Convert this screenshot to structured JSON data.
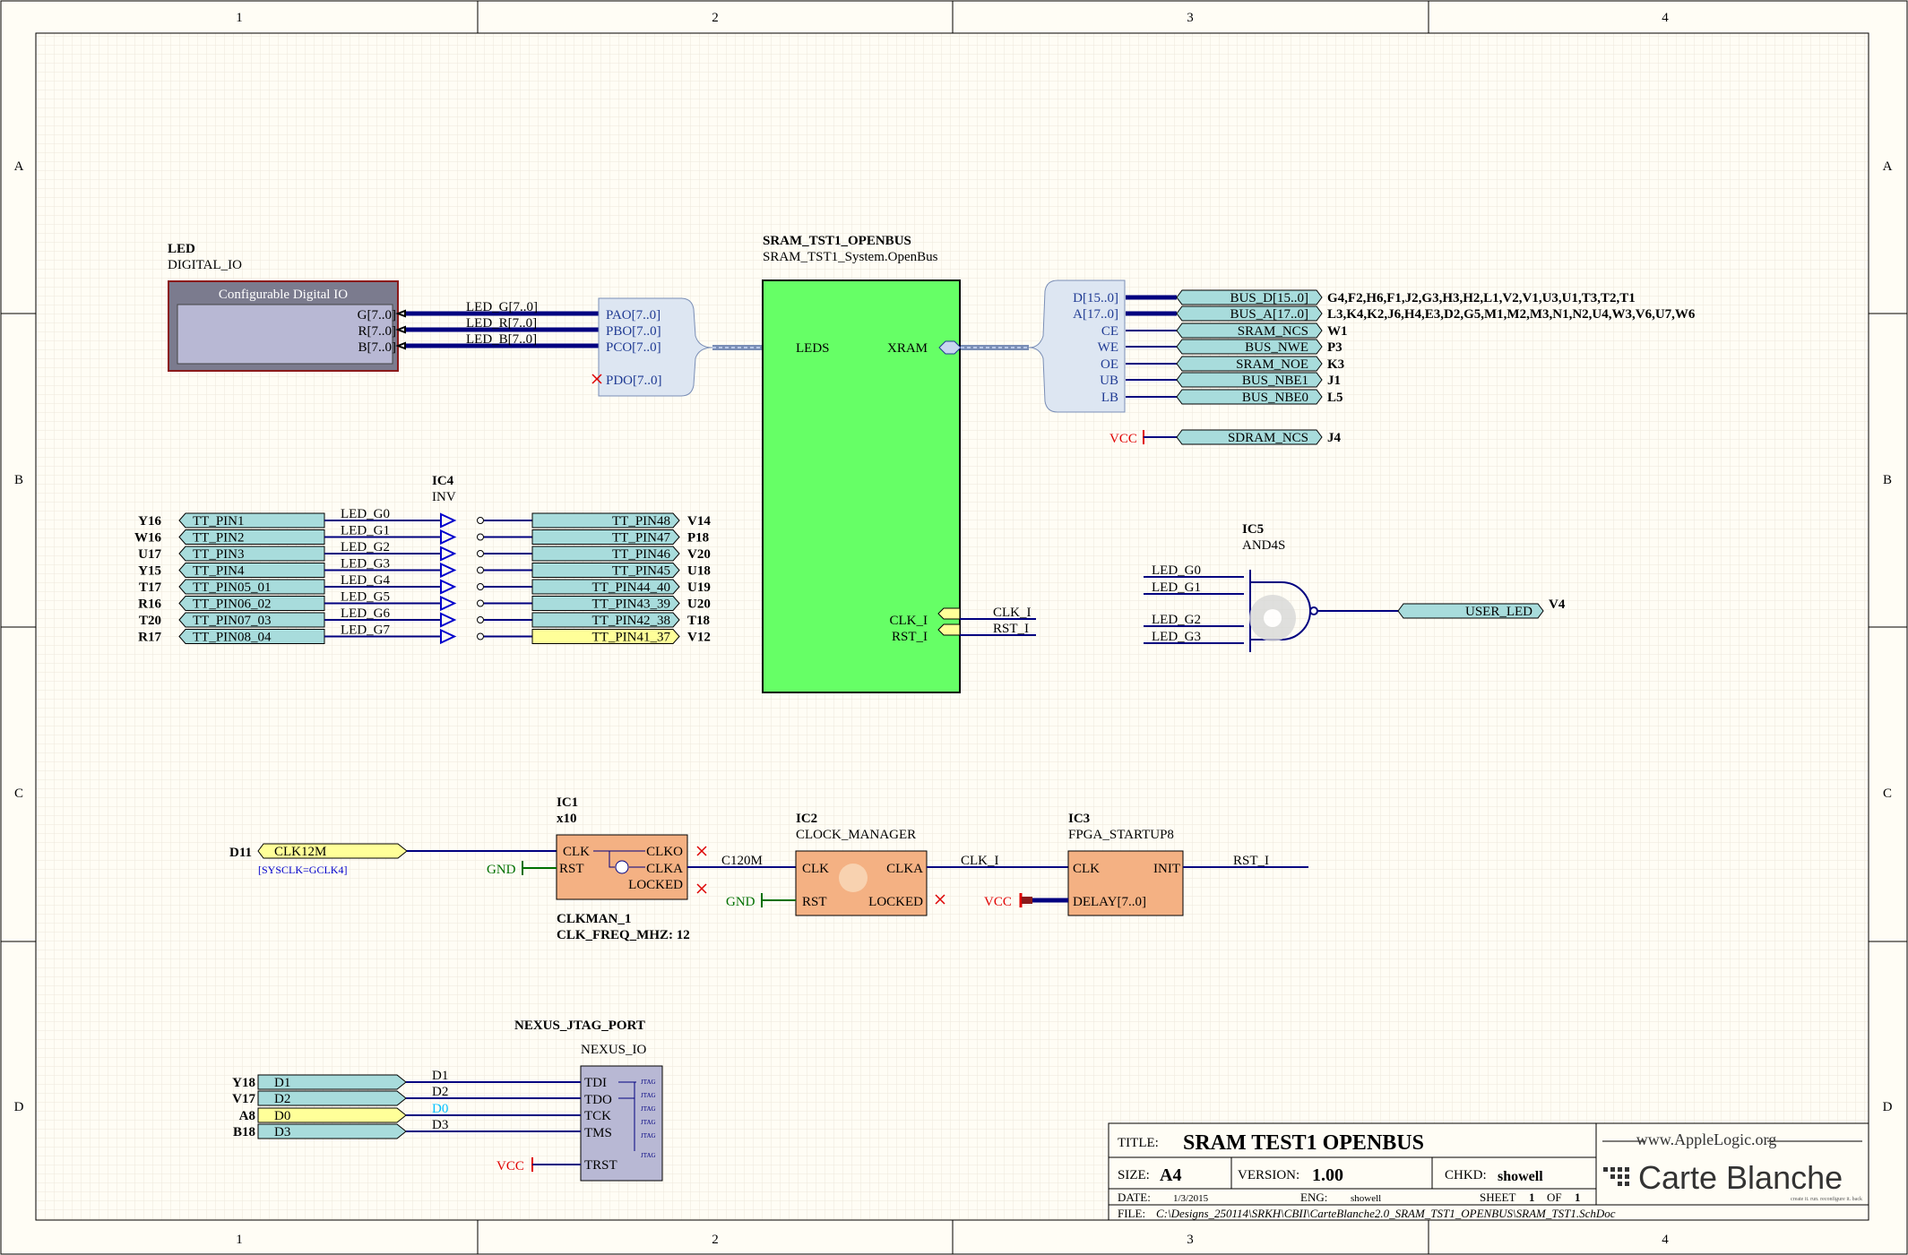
{
  "border": {
    "cols": [
      "1",
      "2",
      "3",
      "4"
    ],
    "rows": [
      "A",
      "B",
      "C",
      "D"
    ]
  },
  "led": {
    "designator": "LED",
    "comment": "DIGITAL_IO",
    "title": "Configurable Digital IO",
    "pins": [
      "G[7..0]",
      "R[7..0]",
      "B[7..0]"
    ],
    "nets": [
      "LED_G[7..0]",
      "LED_R[7..0]",
      "LED_B[7..0]"
    ]
  },
  "bus_left": {
    "ports": [
      "PAO[7..0]",
      "PBO[7..0]",
      "PCO[7..0]",
      "PDO[7..0]"
    ]
  },
  "sram": {
    "designator": "SRAM_TST1_OPENBUS",
    "comment": "SRAM_TST1_System.OpenBus",
    "pin_leds": "LEDS",
    "pin_xram": "XRAM",
    "pin_clk": "CLK_I",
    "pin_rst": "RST_I",
    "net_clk": "CLK_I",
    "net_rst": "RST_I"
  },
  "xram": {
    "pins": [
      "D[15..0]",
      "A[17..0]",
      "CE",
      "WE",
      "OE",
      "UB",
      "LB"
    ],
    "ports": [
      "BUS_D[15..0]",
      "BUS_A[17..0]",
      "SRAM_NCS",
      "BUS_NWE",
      "SRAM_NOE",
      "BUS_NBE1",
      "BUS_NBE0"
    ],
    "locs": [
      "G4,F2,H6,F1,J2,G3,H3,H2,L1,V2,V1,U3,U1,T3,T2,T1",
      "L3,K4,K2,J6,H4,E3,D2,G5,M1,M2,M3,N1,N2,U4,W3,V6,U7,W6",
      "W1",
      "P3",
      "K3",
      "J1",
      "L5"
    ],
    "vcc": "VCC",
    "sdram_port": "SDRAM_NCS",
    "sdram_loc": "J4"
  },
  "ic4": {
    "designator": "IC4",
    "comment": "INV",
    "in_locs": [
      "Y16",
      "W16",
      "U17",
      "Y15",
      "T17",
      "R16",
      "T20",
      "R17"
    ],
    "in_ports": [
      "TT_PIN1",
      "TT_PIN2",
      "TT_PIN3",
      "TT_PIN4",
      "TT_PIN05_01",
      "TT_PIN06_02",
      "TT_PIN07_03",
      "TT_PIN08_04"
    ],
    "nets": [
      "LED_G0",
      "LED_G1",
      "LED_G2",
      "LED_G3",
      "LED_G4",
      "LED_G5",
      "LED_G6",
      "LED_G7"
    ],
    "out_ports": [
      "TT_PIN48",
      "TT_PIN47",
      "TT_PIN46",
      "TT_PIN45",
      "TT_PIN44_40",
      "TT_PIN43_39",
      "TT_PIN42_38",
      "TT_PIN41_37"
    ],
    "out_locs": [
      "V14",
      "P18",
      "V20",
      "U18",
      "U19",
      "U20",
      "T18",
      "V12"
    ]
  },
  "ic5": {
    "designator": "IC5",
    "comment": "AND4S",
    "nets": [
      "LED_G0",
      "LED_G1",
      "LED_G2",
      "LED_G3"
    ],
    "out_port": "USER_LED",
    "out_loc": "V4"
  },
  "clk": {
    "loc": "D11",
    "port": "CLK12M",
    "note": "[SYSCLK=GCLK4]",
    "gnd": "GND",
    "vcc": "VCC"
  },
  "ic1": {
    "designator": "IC1",
    "comment": "x10",
    "pins_left": [
      "CLK",
      "RST"
    ],
    "pins_right": [
      "CLKO",
      "CLKA",
      "LOCKED"
    ],
    "param1": "CLKMAN_1",
    "param2": "CLK_FREQ_MHZ: 12",
    "net_out": "C120M"
  },
  "ic2": {
    "designator": "IC2",
    "comment": "CLOCK_MANAGER",
    "pins_left": [
      "CLK",
      "RST"
    ],
    "pins_right": [
      "CLKA",
      "LOCKED"
    ],
    "net_out": "CLK_I"
  },
  "ic3": {
    "designator": "IC3",
    "comment": "FPGA_STARTUP8",
    "pins_left": [
      "CLK",
      "DELAY[7..0]"
    ],
    "pin_right": "INIT",
    "net_out": "RST_I"
  },
  "nexus": {
    "designator": "NEXUS_JTAG_PORT",
    "comment": "NEXUS_IO",
    "locs": [
      "Y18",
      "V17",
      "A8",
      "B18"
    ],
    "ports": [
      "D1",
      "D2",
      "D0",
      "D3"
    ],
    "nets": [
      "D1",
      "D2",
      "D0",
      "D3"
    ],
    "pins": [
      "TDI",
      "TDO",
      "TCK",
      "TMS",
      "TRST"
    ],
    "mini": [
      "JTAG",
      "JTAG",
      "JTAG",
      "JTAG",
      "JTAG",
      "JTAG"
    ],
    "vcc": "VCC"
  },
  "titleblock": {
    "title_label": "TITLE:",
    "title": "SRAM TEST1 OPENBUS",
    "size_label": "SIZE:",
    "size": "A4",
    "version_label": "VERSION:",
    "version": "1.00",
    "chkd_label": "CHKD:",
    "chkd": "showell",
    "date_label": "DATE:",
    "date": "1/3/2015",
    "eng_label": "ENG:",
    "eng": "showell",
    "sheet_label": "SHEET",
    "sheet": "1",
    "of_label": "OF",
    "of": "1",
    "file_label": "FILE:",
    "file": "C:\\Designs_250114\\SRKH\\CBII\\CarteBlanche2.0_SRAM_TST1_OPENBUS\\SRAM_TST1.SchDoc",
    "logo_url": "www.AppleLogic.org",
    "logo_name": "Carte Blanche",
    "logo_small": "create it.  run.  reconfigure it.  back"
  },
  "colors": {
    "wire": "#000080",
    "port_fill": "#a8dcdc",
    "port_yellow": "#ffff99",
    "block_green": "#66ff66",
    "clk_fill": "#f4b183",
    "vcc": "#e00000",
    "gnd": "#007000"
  }
}
